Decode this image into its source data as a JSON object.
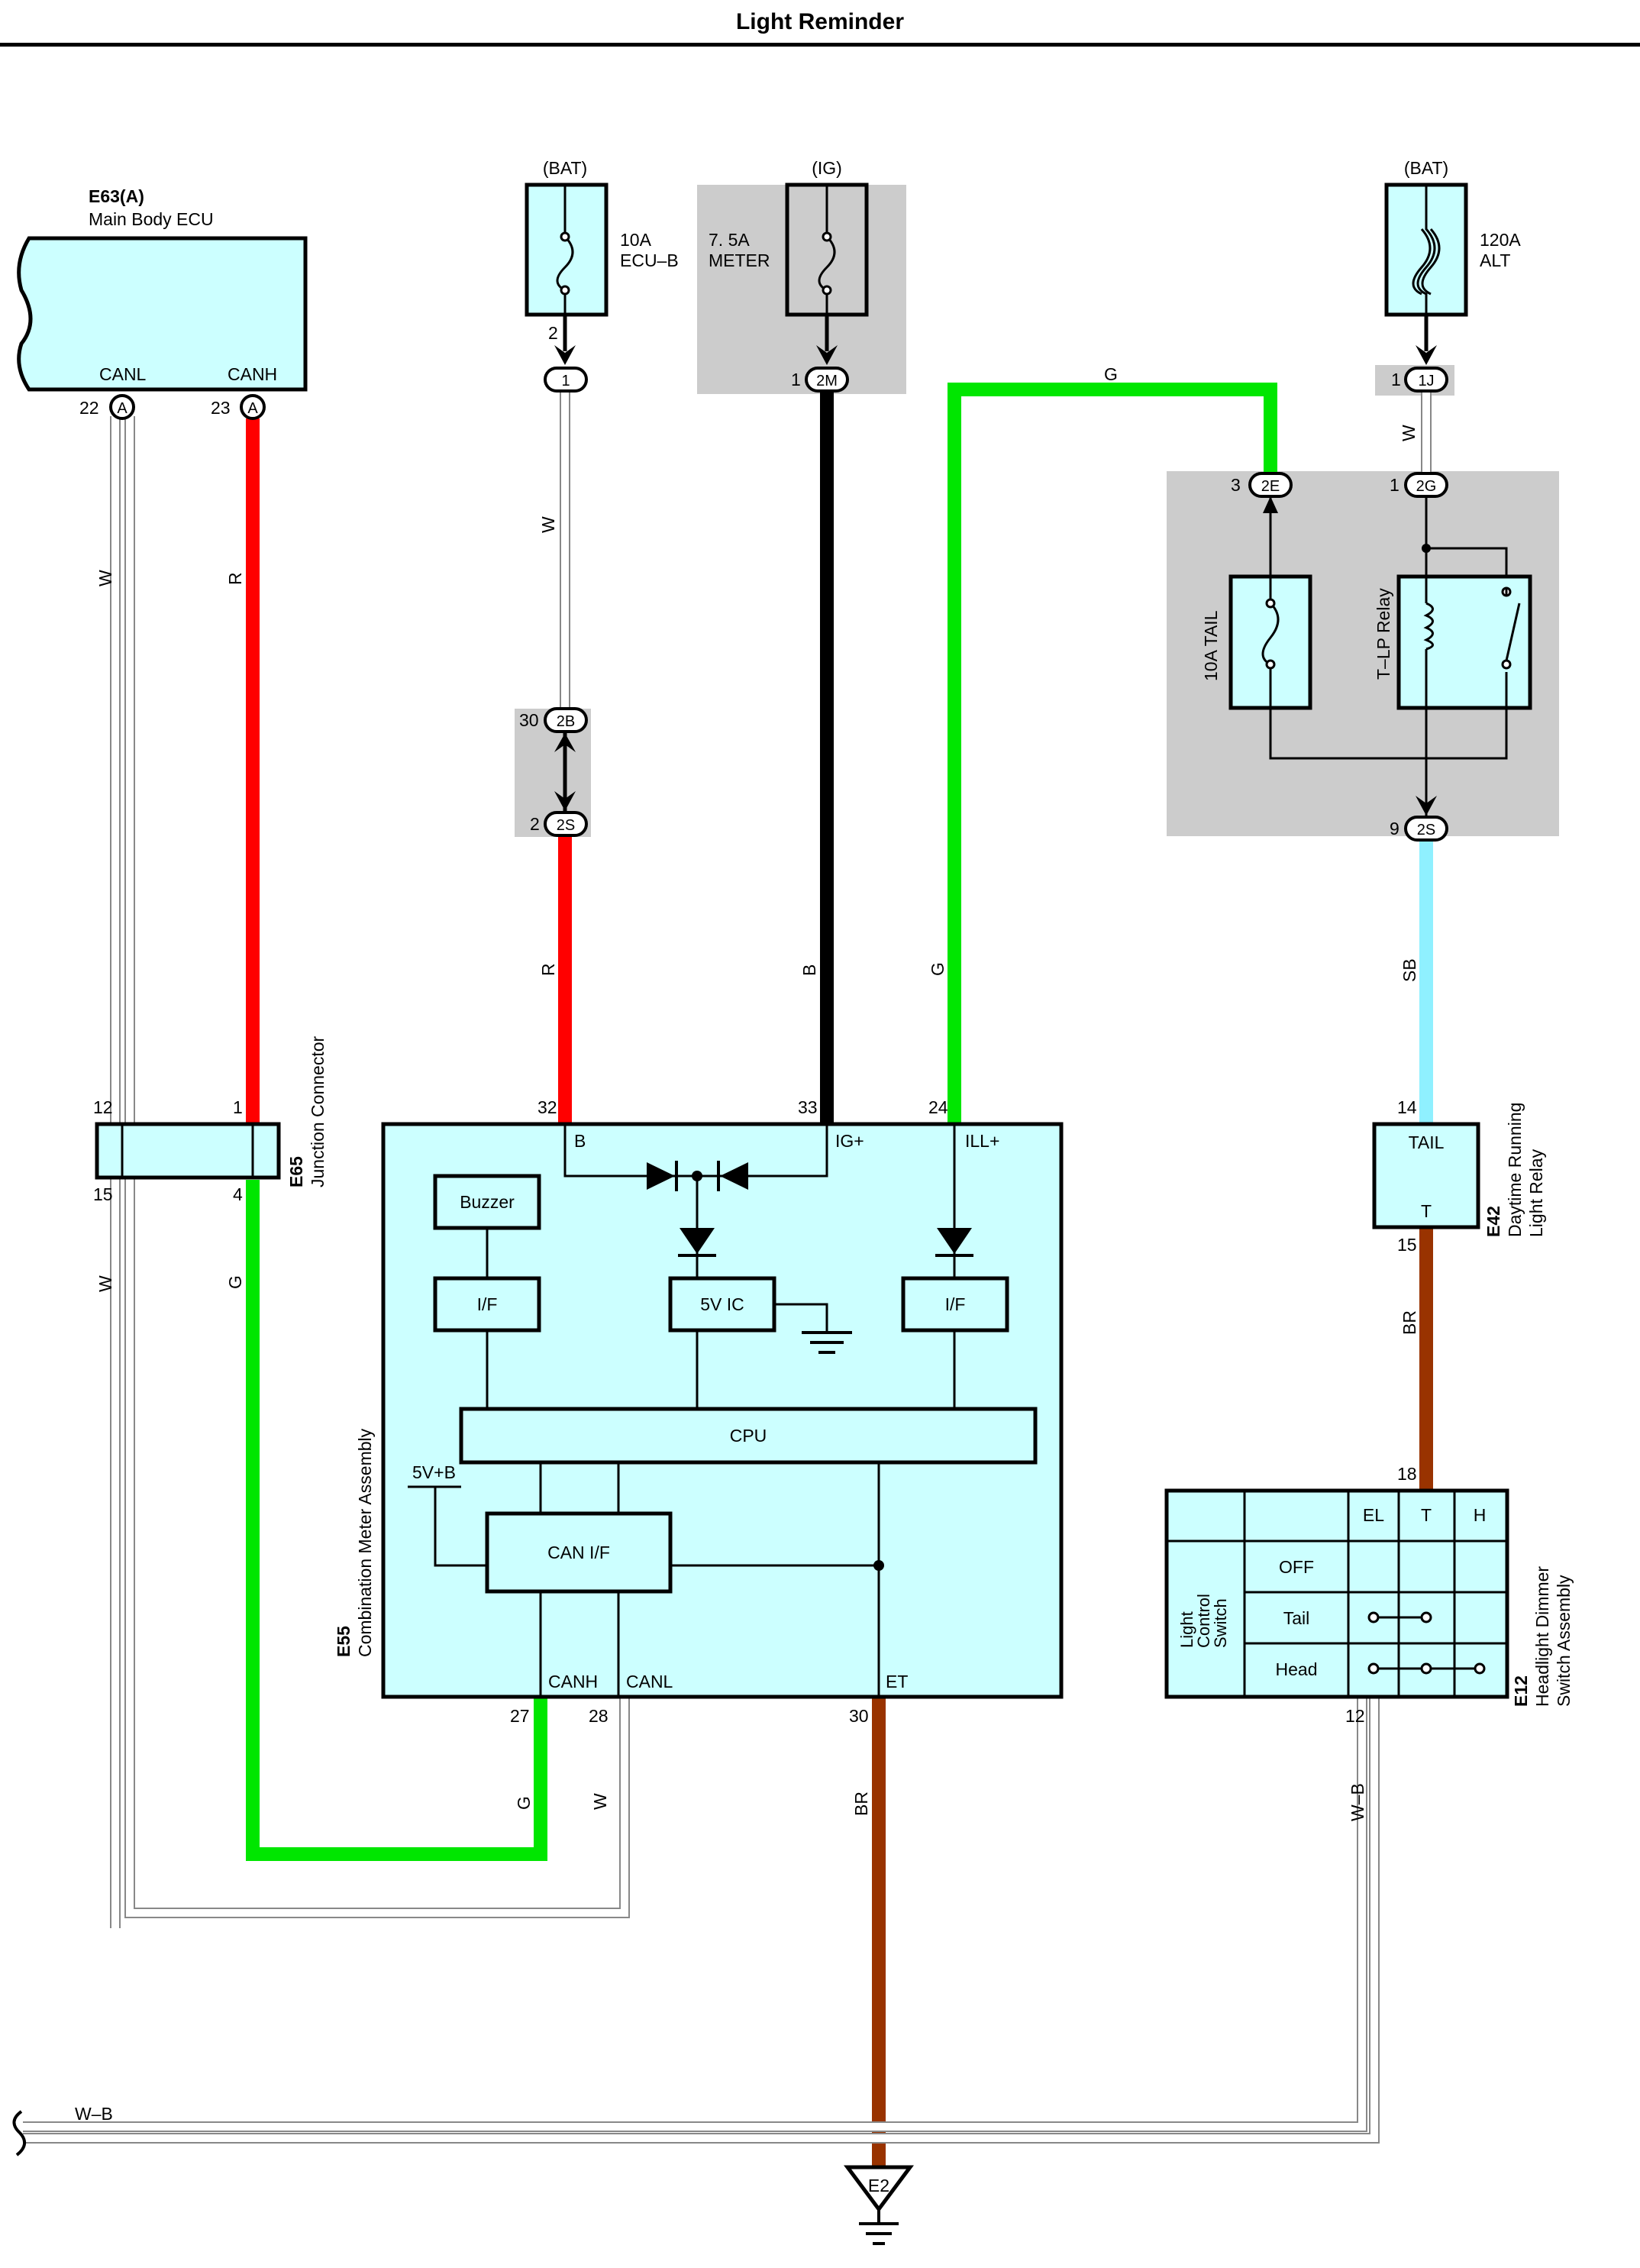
{
  "title": "Light Reminder",
  "colors": {
    "wire_red": "#ff0000",
    "wire_green": "#00e600",
    "wire_black": "#000000",
    "wire_skyblue": "#8ff0ff",
    "wire_brown": "#993300",
    "component_fill": "#ccffff",
    "shade": "#cccccc"
  },
  "ecu": {
    "code": "E63(A)",
    "name": "Main Body ECU",
    "pin_canl": "CANL",
    "pin_canh": "CANH",
    "num_canl": "22",
    "num_canh": "23",
    "conn": "A"
  },
  "fuses": {
    "ecub": {
      "source": "(BAT)",
      "rating": "10A",
      "name": "ECU–B",
      "pin_top": "2",
      "conn": "1"
    },
    "meter": {
      "source": "(IG)",
      "rating": "7. 5A",
      "name": "METER",
      "pin": "1",
      "conn": "2M"
    },
    "alt": {
      "source": "(BAT)",
      "rating": "120A",
      "name": "ALT",
      "pin": "1",
      "conn": "1J"
    }
  },
  "junction_block": {
    "pin_2e": "3",
    "conn_2e": "2E",
    "pin_2g": "1",
    "conn_2g": "2G",
    "pin_2s": "9",
    "conn_2s": "2S",
    "tail_fuse": "10A TAIL",
    "relay": "T–LP Relay",
    "pin_2b": "30",
    "conn_2b": "2B",
    "pin_2s_left": "2",
    "conn_2s_left": "2S"
  },
  "junction_connector": {
    "code": "E65",
    "name": "Junction Connector",
    "pin12": "12",
    "pin1": "1",
    "pin15": "15",
    "pin4": "4"
  },
  "meter": {
    "code": "E55",
    "name": "Combination Meter Assembly",
    "pin32": "32",
    "pin33": "33",
    "pin24": "24",
    "pin27": "27",
    "pin28": "28",
    "pin30": "30",
    "term_b": "B",
    "term_ig": "IG+",
    "term_ill": "ILL+",
    "buzzer": "Buzzer",
    "if_left": "I/F",
    "ic5v": "5V IC",
    "if_right": "I/F",
    "cpu": "CPU",
    "can_if": "CAN I/F",
    "v5b": "5V+B",
    "term_canh": "CANH",
    "term_canl": "CANL",
    "term_et": "ET"
  },
  "drl_relay": {
    "code": "E42",
    "name1": "Daytime Running",
    "name2": "Light Relay",
    "term_tail": "TAIL",
    "term_t": "T",
    "pin14": "14",
    "pin15": "15"
  },
  "headlight_switch": {
    "code": "E12",
    "name1": "Headlight Dimmer",
    "name2": "Switch Assembly",
    "side_label": [
      "Light",
      "Control",
      "Switch"
    ],
    "cols": [
      "EL",
      "T",
      "H"
    ],
    "rows": [
      "OFF",
      "Tail",
      "Head"
    ],
    "pin18": "18",
    "pin12": "12"
  },
  "wire_labels": {
    "w_ecu_canl": "W",
    "r_ecu_canh": "R",
    "w_ecub": "W",
    "g_top": "G",
    "w_alt": "W",
    "r_meter_b": "R",
    "b_meter_ig": "B",
    "g_meter_ill": "G",
    "sb_tail": "SB",
    "w_jc_left": "W",
    "g_jc": "G",
    "g_meter_canh": "G",
    "w_meter_canl": "W",
    "br_drl": "BR",
    "br_meter_et": "BR",
    "wb_switch": "W–B",
    "wb_bottom": "W–B"
  },
  "ground": {
    "code": "E2"
  }
}
